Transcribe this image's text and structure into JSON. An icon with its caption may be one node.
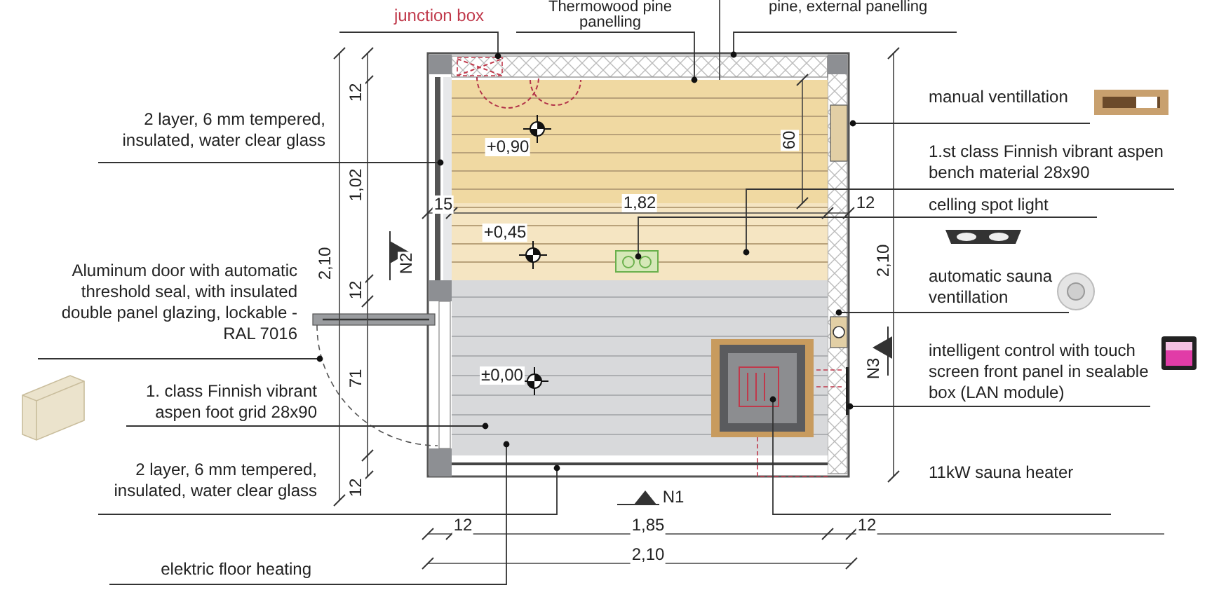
{
  "diagram": {
    "nodes": [
      {
        "text": [
          "junction box"
        ]
      },
      {
        "text": [
          "Thermowood pine panelling"
        ]
      },
      {
        "text": [
          "pine, external panelling"
        ]
      },
      {
        "text": [
          "2 layer, 6 mm tempered, insulated, water clear glass"
        ]
      },
      {
        "text": [
          "Aluminum door with automatic threshold seal, with insulated double panel glazing, lockable - RAL 7016"
        ]
      },
      {
        "text": [
          "1. class Finnish vibrant aspen foot grid 28x90"
        ]
      },
      {
        "text": [
          "2 layer, 6 mm tempered, insulated, water clear glass"
        ]
      },
      {
        "text": [
          "elektric floor heating"
        ]
      },
      {
        "text": [
          "manual ventillation"
        ]
      },
      {
        "text": [
          "1.st class Finnish vibrant aspen bench material 28x90"
        ]
      },
      {
        "text": [
          "celling spot light"
        ]
      },
      {
        "text": [
          "automatic sauna ventillation"
        ]
      },
      {
        "text": [
          "intelligent control with touch screen front panel in sealable box (LAN module)"
        ]
      },
      {
        "text": [
          "11kW sauna heater"
        ]
      }
    ],
    "edges": [
      {
        "from": 0,
        "to": null,
        "arrow": "other"
      },
      {
        "from": 1,
        "to": null,
        "arrow": "other"
      },
      {
        "from": 2,
        "to": null,
        "arrow": "other"
      },
      {
        "from": 3,
        "to": null,
        "arrow": "other"
      },
      {
        "from": 4,
        "to": null,
        "arrow": "other"
      },
      {
        "from": 5,
        "to": null,
        "arrow": "other"
      },
      {
        "from": 6,
        "to": null,
        "arrow": "other"
      },
      {
        "from": 7,
        "to": null,
        "arrow": "other"
      },
      {
        "from": 8,
        "to": null,
        "arrow": "other"
      },
      {
        "from": 9,
        "to": null,
        "arrow": "other"
      },
      {
        "from": 10,
        "to": null,
        "arrow": "other"
      },
      {
        "from": 11,
        "to": null,
        "arrow": "other"
      },
      {
        "from": 12,
        "to": null,
        "arrow": "other"
      },
      {
        "from": 13,
        "to": null,
        "arrow": "other"
      }
    ],
    "labels": [
      "+0,90",
      "+0,45",
      "±0,00",
      "15",
      "1,82",
      "60",
      "12",
      "12",
      "1,02",
      "12",
      "71",
      "12",
      "2,10",
      "2,10",
      "N2",
      "N3",
      "N1",
      "12",
      "1,85",
      "12",
      "2,10"
    ]
  }
}
